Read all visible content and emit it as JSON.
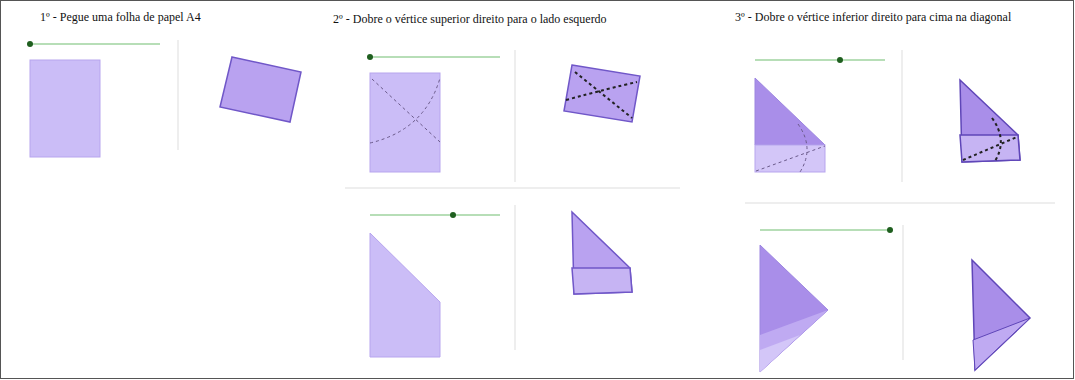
{
  "diagram": {
    "labels": [
      "1º - Pegue uma folha de papel A4",
      "2º - Dobre o vértice superior direito para o lado esquerdo",
      "3º - Dobre o vértice inferior direito para cima na diagonal"
    ]
  }
}
